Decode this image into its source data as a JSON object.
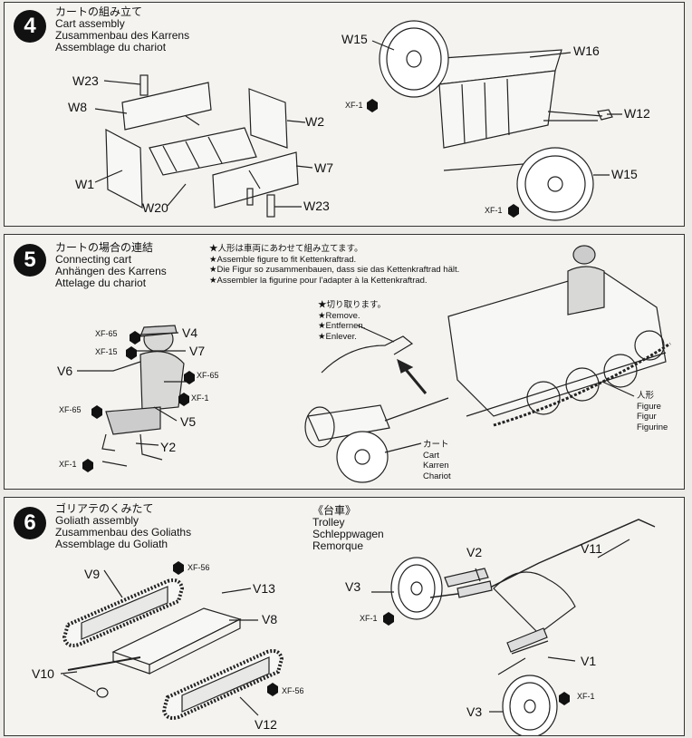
{
  "step4": {
    "number": "4",
    "title_jp": "カートの組み立て",
    "title_en": "Cart assembly",
    "title_de": "Zusammenbau des Karrens",
    "title_fr": "Assemblage du chariot",
    "labels": {
      "w23a": "W23",
      "w8": "W8",
      "w2": "W2",
      "w1": "W1",
      "w7": "W7",
      "w20": "W20",
      "w23b": "W23",
      "w15a": "W15",
      "w16": "W16",
      "w12": "W12",
      "w15b": "W15"
    },
    "paint": {
      "xf1a": "XF-1",
      "xf1b": "XF-1"
    }
  },
  "step5": {
    "number": "5",
    "title_jp": "カートの場合の連結",
    "title_en": "Connecting cart",
    "title_de": "Anhängen des Karrens",
    "title_fr": "Attelage du chariot",
    "notes": [
      "★人形は車両にあわせて組み立てます。",
      "★Assemble figure to fit Kettenkraftrad.",
      "★Die Figur so zusammenbauen, dass sie das Kettenkraftrad hält.",
      "★Assembler la figurine pour l'adapter à la Kettenkraftrad."
    ],
    "remove": [
      "★切り取ります。",
      "★Remove.",
      "★Entfernen.",
      "★Enlever."
    ],
    "labels": {
      "v4": "V4",
      "v7": "V7",
      "v6": "V6",
      "v5": "V5",
      "y2": "Y2"
    },
    "paint": {
      "xf65a": "XF-65",
      "xf15": "XF-15",
      "xf65b": "XF-65",
      "xf1a": "XF-1",
      "xf65c": "XF-65",
      "xf1b": "XF-1"
    },
    "figure": [
      "人形",
      "Figure",
      "Figur",
      "Figurine"
    ],
    "cart": [
      "カート",
      "Cart",
      "Karren",
      "Chariot"
    ]
  },
  "step6": {
    "number": "6",
    "title_jp": "ゴリアテのくみたて",
    "title_en": "Goliath assembly",
    "title_de": "Zusammenbau des Goliaths",
    "title_fr": "Assemblage du Goliath",
    "trolley": [
      "《台車》",
      "Trolley",
      "Schleppwagen",
      "Remorque"
    ],
    "labels": {
      "v9": "V9",
      "v13": "V13",
      "v8": "V8",
      "v10": "V10",
      "v12": "V12",
      "v2": "V2",
      "v11": "V11",
      "v3a": "V3",
      "v1": "V1",
      "v3b": "V3"
    },
    "paint": {
      "xf56a": "XF-56",
      "xf56b": "XF-56",
      "xf1a": "XF-1",
      "xf1b": "XF-1"
    }
  }
}
